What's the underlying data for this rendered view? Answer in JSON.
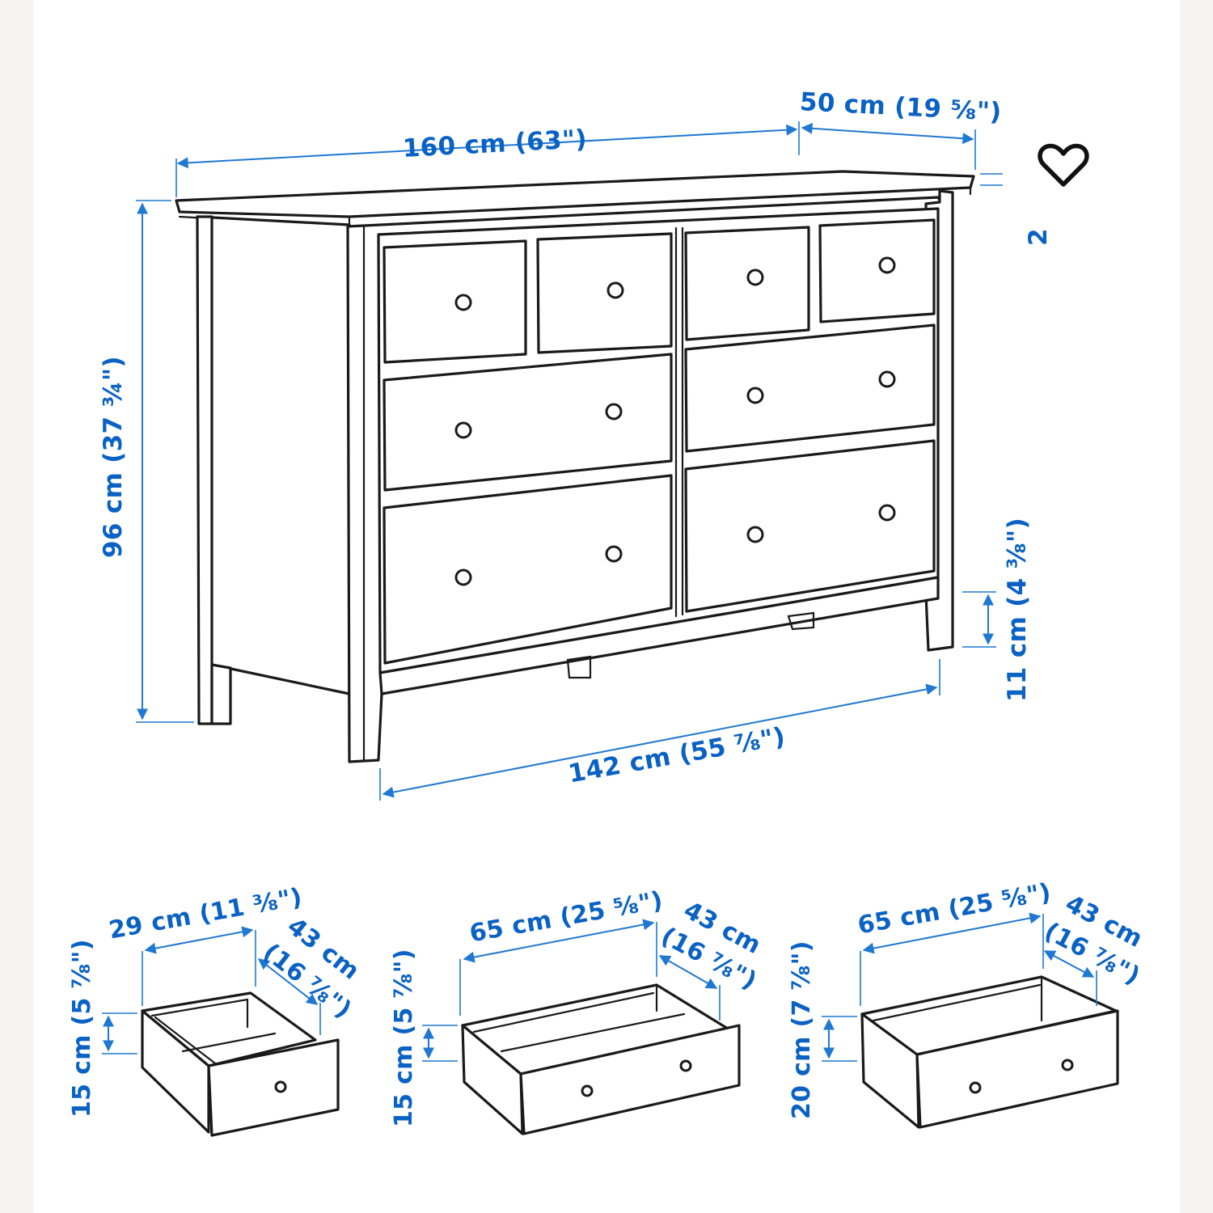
{
  "page": {
    "background": "#f6f4f2",
    "panel_background": "#ffffff",
    "dimension_color": "#0a62c4"
  },
  "favorite_button": {
    "icon": "heart-outline-icon",
    "state": "not-favorited"
  },
  "dresser": {
    "drawer_count": 8,
    "layout": "4 small top drawers, 2 rows of 2 wide drawers below",
    "dimensions": {
      "width": "160 cm (63\")",
      "depth": "50 cm (19 ⅝\")",
      "height": "96 cm (37 ¾\")",
      "inner_width": "142 cm (55 ⅞\")",
      "leg_clearance": "11 cm (4 ⅜\")",
      "top_thickness_partial": "2"
    }
  },
  "drawers": [
    {
      "name": "small drawer",
      "width": "29 cm (11 ⅜\")",
      "depth_cm": "43 cm",
      "depth_in": "(16 ⅞\")",
      "height": "15 cm (5 ⅞\")"
    },
    {
      "name": "medium drawer",
      "width": "65 cm (25 ⅝\")",
      "depth_cm": "43 cm",
      "depth_in": "(16 ⅞\")",
      "height": "15 cm (5 ⅞\")"
    },
    {
      "name": "large drawer",
      "width": "65 cm (25 ⅝\")",
      "depth_cm": "43 cm",
      "depth_in": "(16 ⅞\")",
      "height": "20 cm (7 ⅞\")"
    }
  ]
}
